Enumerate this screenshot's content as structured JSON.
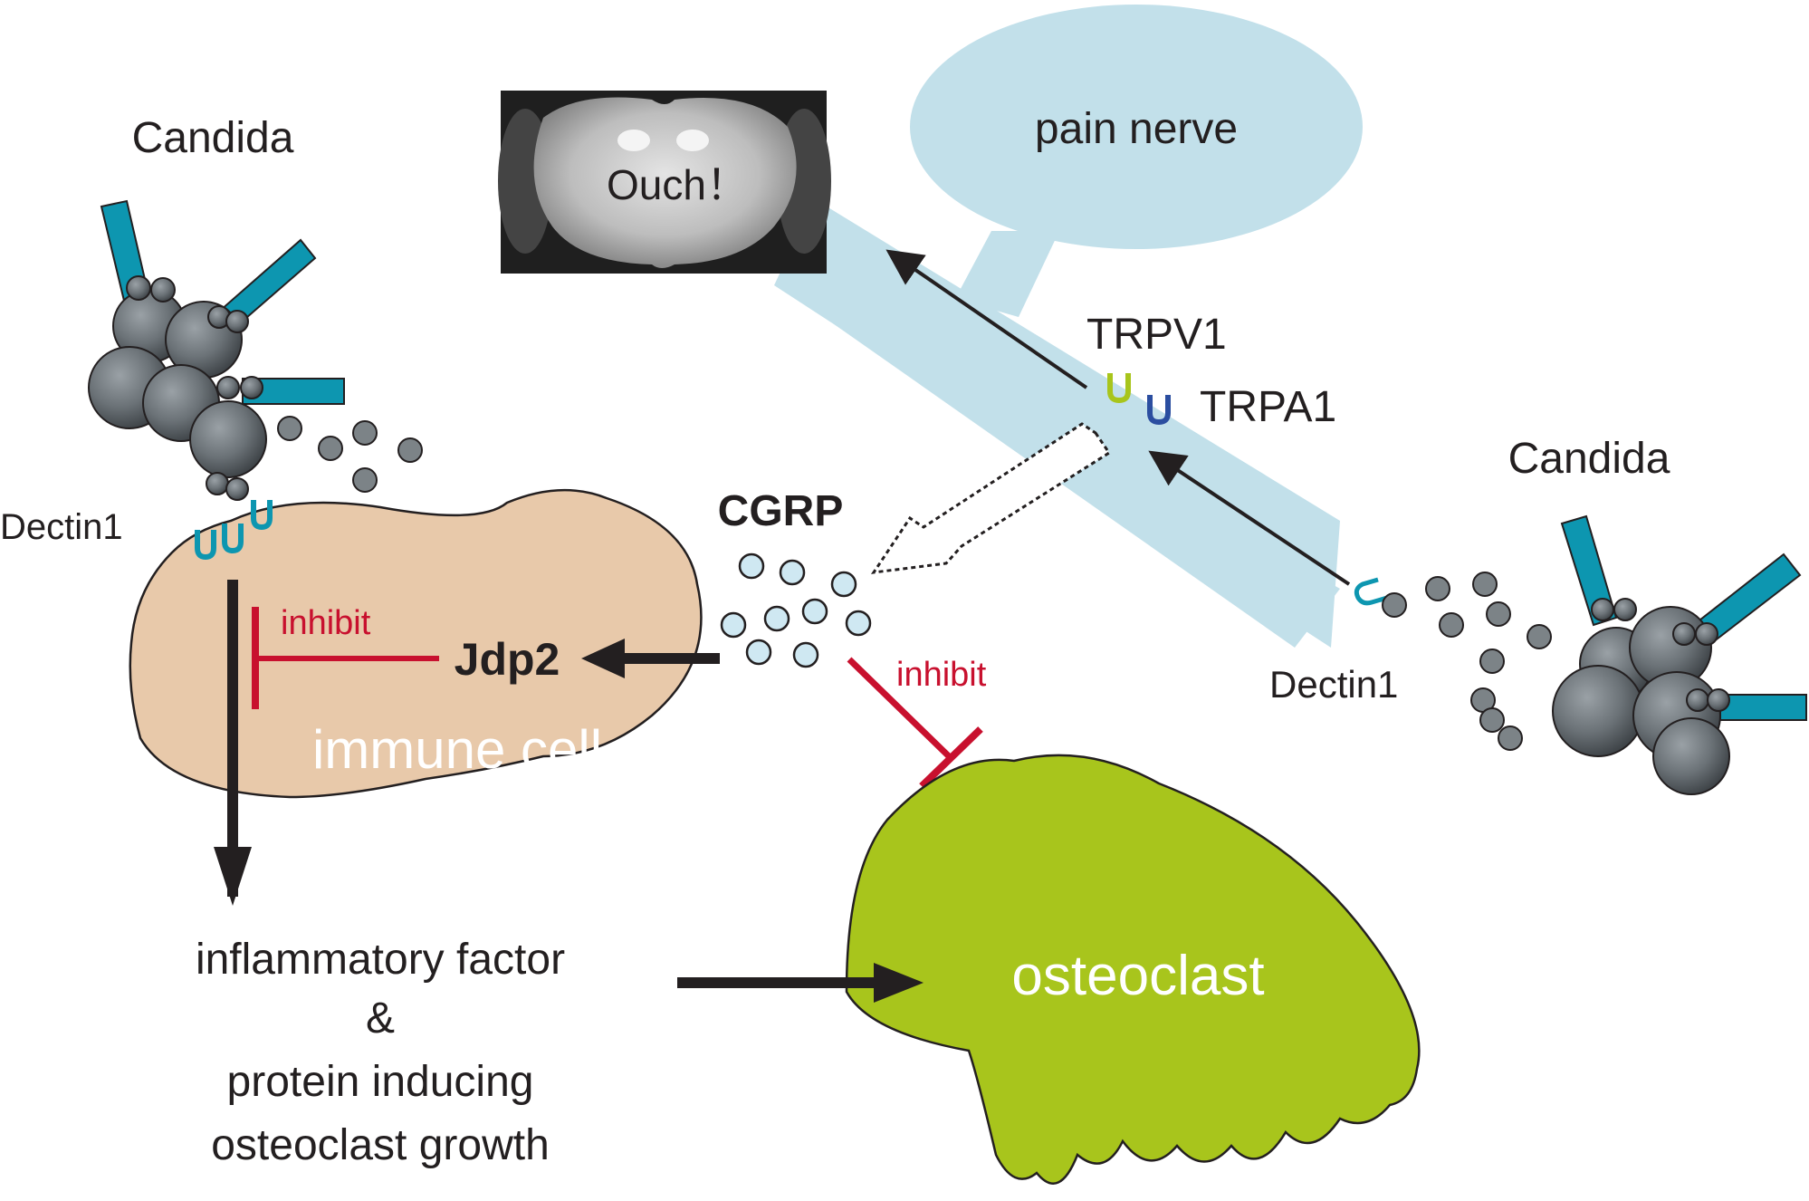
{
  "labels": {
    "candida_left": "Candida",
    "candida_right": "Candida",
    "dectin1_left": "Dectin1",
    "dectin1_right": "Dectin1",
    "brain": "Ouch！",
    "pain_nerve": "pain nerve",
    "trpv1": "TRPV1",
    "trpa1": "TRPA1",
    "cgrp": "CGRP",
    "jdp2": "Jdp2",
    "inhibit_1": "inhibit",
    "inhibit_2": "inhibit",
    "immune_cell": "immune cell",
    "osteoclast": "osteoclast",
    "output_line1": "inflammatory factor",
    "output_line2": "&",
    "output_line3": "protein inducing",
    "output_line4": "osteoclast growth"
  },
  "colors": {
    "nerve": "#c2e0ea",
    "immune_cell": "#e8c9aa",
    "osteoclast": "#a8c51c",
    "candida_hyphae": "#0d96b0",
    "inhibit": "#c8102e",
    "trpv1": "#a8c51c",
    "trpa1": "#2b4ea0",
    "cgrp_dots": "#cfe8f2",
    "arrow": "#231f20"
  },
  "icons": [
    "candida-cell-icon",
    "brain-mri-icon",
    "receptor-icon"
  ]
}
